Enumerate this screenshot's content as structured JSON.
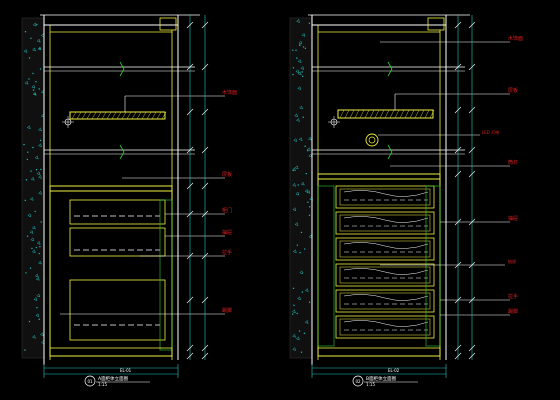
{
  "colors": {
    "background": "#000000",
    "cabinet_outline": "#f0f040",
    "frame_line": "#ffffff",
    "dimension_line": "#20c8c8",
    "wall_hatch": "#20b8b8",
    "leader": "#ffffff",
    "annotation_red": "#e02020",
    "wall_fill": "#404040",
    "grid_green": "#30d030"
  },
  "drawings": {
    "left": {
      "title_mark": "01",
      "title_text": "A面柜体立面图",
      "scale_text": "1:15",
      "sheet_code": "EL-01",
      "callouts": [
        "木饰面",
        "层板",
        "柜门",
        "抽屉",
        "拉手",
        "踢脚"
      ]
    },
    "right": {
      "title_mark": "02",
      "title_text": "B面柜体立面图",
      "scale_text": "1:15",
      "sheet_code": "EL-02",
      "mid_note": "LED 灯带",
      "callouts": [
        "木饰面",
        "层板",
        "筒灯",
        "抽屉",
        "抽屉",
        "拉手",
        "踢脚"
      ]
    }
  }
}
